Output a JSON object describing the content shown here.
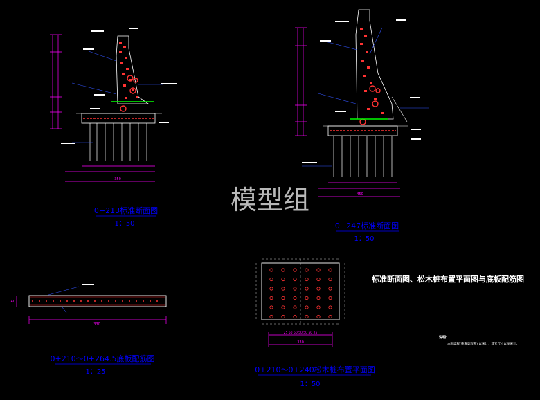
{
  "watermark": "模型组",
  "sheet_title": "标准断面图、松木桩布置平面图与底板配筋图",
  "notes": {
    "heading": "说明:",
    "line1": "本图高程(黄海高程系) 以米计，其它尺寸以厘米计。"
  },
  "drawings": {
    "section1": {
      "title": "0+213标准断面图",
      "scale": "1：50"
    },
    "section2": {
      "title": "0+247标准断面图",
      "scale": "1：50"
    },
    "slab": {
      "title": "0+210～0+264.5底板配筋图",
      "scale": "1：25"
    },
    "piles": {
      "title": "0+210～0+240松木桩布置平面图",
      "scale": "1：50"
    }
  },
  "dims": {
    "s1_bottom": "350",
    "s2_bottom": "450",
    "slab_width": "330",
    "slab_height": "40",
    "pile_width": "330",
    "pile_row": "25 50 50 50 50 50 25"
  },
  "colors": {
    "background": "#000000",
    "lines": "#ffffff",
    "dimension": "#ff00ff",
    "title": "#0000ff",
    "hatch": "#ff3333",
    "rebar": "#00ff00",
    "annot": "#3355ff"
  }
}
